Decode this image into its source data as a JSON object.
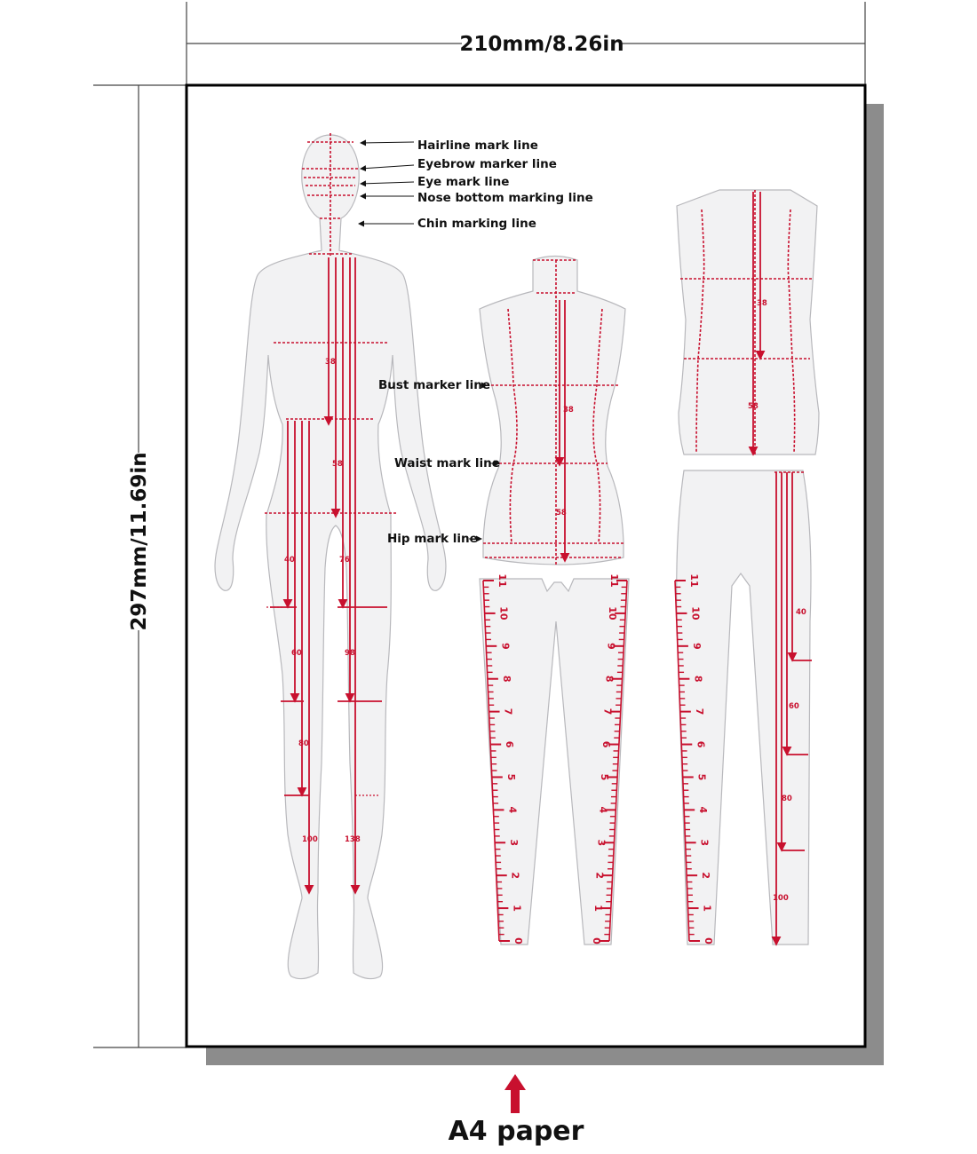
{
  "dimensions": {
    "width_label": "210mm/8.26in",
    "height_label": "297mm/11.69in"
  },
  "caption": "A4 paper",
  "colors": {
    "mark": "#c8102e",
    "paper_border": "#000000",
    "shadow": "#8c8c8c"
  },
  "head_callouts": [
    "Hairline mark line",
    "Eyebrow marker line",
    "Eye mark line",
    "Nose bottom marking line",
    "Chin marking line"
  ],
  "torso_callouts": [
    "Bust marker line",
    "Waist mark line",
    "Hip mark line"
  ],
  "body_numbers": [
    "38",
    "58",
    "40",
    "76",
    "60",
    "98",
    "80",
    "100",
    "138"
  ],
  "torso_numbers": [
    "38",
    "58"
  ],
  "vest_numbers": [
    "38",
    "58"
  ],
  "pants_numbers": [
    "40",
    "60",
    "80",
    "100"
  ],
  "ruler_numbers": [
    "11",
    "10",
    "9",
    "8",
    "7",
    "6",
    "5",
    "4",
    "3",
    "2",
    "1",
    "0"
  ]
}
